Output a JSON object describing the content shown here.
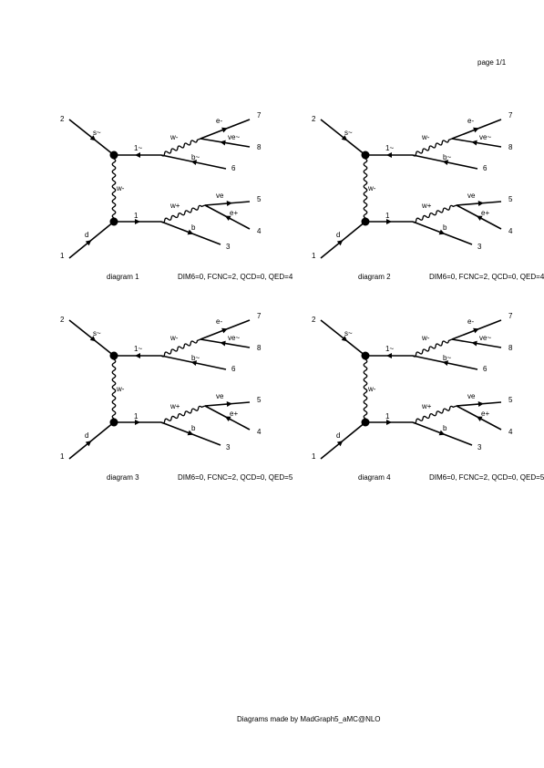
{
  "page_label": "page 1/1",
  "footer": "Diagrams made by MadGraph5_aMC@NLO",
  "diagrams": [
    {
      "title": "diagram 1",
      "orders": "DIM6=0, FCNC=2, QCD=0, QED=4",
      "labels": {
        "ext_top": "2",
        "ext_bottom": "1",
        "out_e": "7",
        "out_ve_bar": "8",
        "out_b_bar": "6",
        "out_ve": "5",
        "out_e_plus": "4",
        "out_b": "3",
        "q_top": "s~",
        "q_bottom": "d",
        "prop_top": "1~",
        "prop_bottom": "1",
        "w_vert": "w-",
        "w_top": "w-",
        "w_bottom": "w+",
        "lep_e": "e-",
        "lep_ve_bar": "ve~",
        "lep_b_bar": "b~",
        "lep_ve": "ve",
        "lep_e_plus": "e+",
        "lep_b": "b"
      }
    },
    {
      "title": "diagram 2",
      "orders": "DIM6=0, FCNC=2, QCD=0, QED=4",
      "labels": {
        "ext_top": "2",
        "ext_bottom": "1",
        "out_e": "7",
        "out_ve_bar": "8",
        "out_b_bar": "6",
        "out_ve": "5",
        "out_e_plus": "4",
        "out_b": "3",
        "q_top": "s~",
        "q_bottom": "d",
        "prop_top": "1~",
        "prop_bottom": "1",
        "w_vert": "w-",
        "w_top": "w-",
        "w_bottom": "w+",
        "lep_e": "e-",
        "lep_ve_bar": "ve~",
        "lep_b_bar": "b~",
        "lep_ve": "ve",
        "lep_e_plus": "e+",
        "lep_b": "b"
      }
    },
    {
      "title": "diagram 3",
      "orders": "DIM6=0, FCNC=2, QCD=0, QED=5",
      "labels": {
        "ext_top": "2",
        "ext_bottom": "1",
        "out_e": "7",
        "out_ve_bar": "8",
        "out_b_bar": "6",
        "out_ve": "5",
        "out_e_plus": "4",
        "out_b": "3",
        "q_top": "s~",
        "q_bottom": "d",
        "prop_top": "1~",
        "prop_bottom": "1",
        "w_vert": "w-",
        "w_top": "w-",
        "w_bottom": "w+",
        "lep_e": "e-",
        "lep_ve_bar": "ve~",
        "lep_b_bar": "b~",
        "lep_ve": "ve",
        "lep_e_plus": "e+",
        "lep_b": "b"
      }
    },
    {
      "title": "diagram 4",
      "orders": "DIM6=0, FCNC=2, QCD=0, QED=5",
      "labels": {
        "ext_top": "2",
        "ext_bottom": "1",
        "out_e": "7",
        "out_ve_bar": "8",
        "out_b_bar": "6",
        "out_ve": "5",
        "out_e_plus": "4",
        "out_b": "3",
        "q_top": "s~",
        "q_bottom": "d",
        "prop_top": "1~",
        "prop_bottom": "1",
        "w_vert": "w-",
        "w_top": "w-",
        "w_bottom": "w+",
        "lep_e": "e-",
        "lep_ve_bar": "ve~",
        "lep_b_bar": "b~",
        "lep_ve": "ve",
        "lep_e_plus": "e+",
        "lep_b": "b"
      }
    }
  ]
}
